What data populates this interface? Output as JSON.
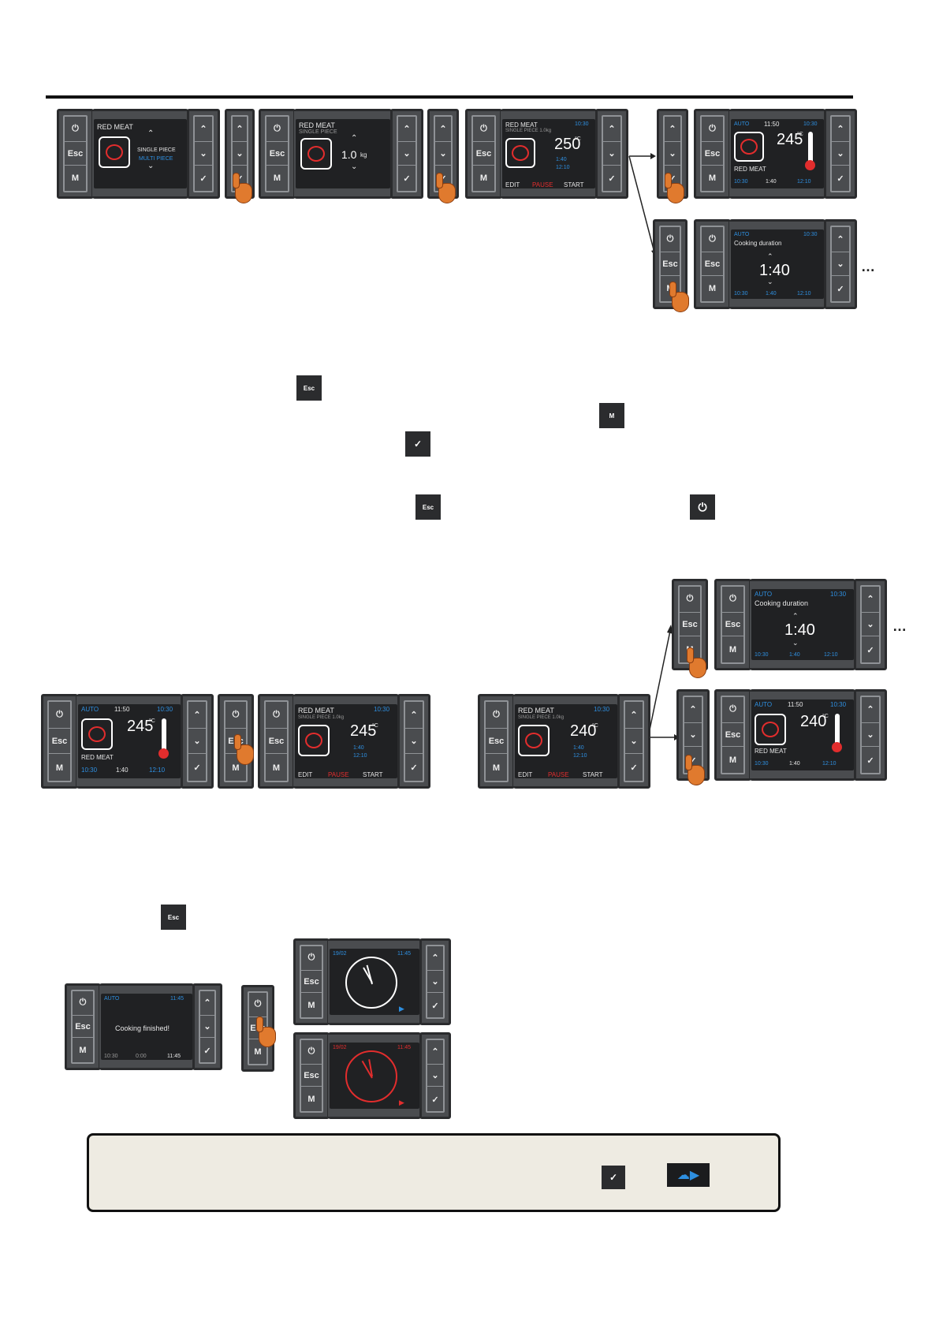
{
  "buttons": {
    "power": "⏻",
    "esc": "Esc",
    "m": "M",
    "up": "⌃",
    "down": "⌄",
    "ok": "✓"
  },
  "food": "RED MEAT",
  "single_piece": "SINGLE PIECE",
  "multi_piece": "MULTI PIECE",
  "single_piece_weight": "SINGLE PIECE 1.0kg",
  "weight": "1.0",
  "weight_unit": "kg",
  "temp_250": "250",
  "temp_245": "245",
  "temp_240": "240",
  "deg": "°C",
  "auto": "AUTO",
  "time_1030": "10:30",
  "time_1150": "11:50",
  "dur_140": "1:40",
  "time_1210": "12:10",
  "cooking_duration": "Cooking duration",
  "edit": "EDIT",
  "pause": "PAUSE",
  "start": "START",
  "cooking_finished": "Cooking finished!",
  "time_1145": "11:45",
  "dur_000": "0:00",
  "date": "19/02",
  "dots": "…"
}
